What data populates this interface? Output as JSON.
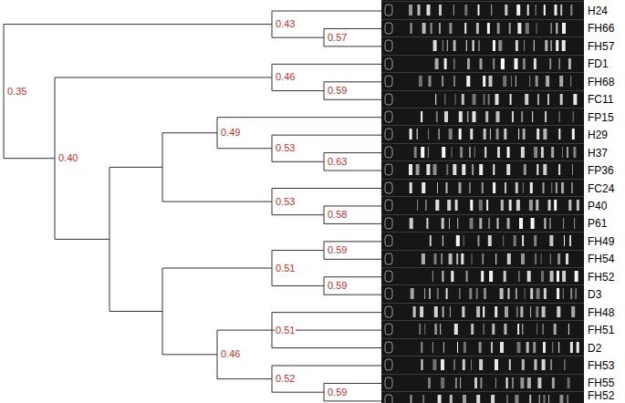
{
  "diagram": {
    "labels": [
      "H24",
      "FH66",
      "FH57",
      "FD1",
      "FH68",
      "FC11",
      "FP15",
      "H29",
      "H37",
      "FP36",
      "FC24",
      "P40",
      "P61",
      "FH49",
      "FH54",
      "FH52",
      "D3",
      "FH48",
      "FH51",
      "D2",
      "FH53",
      "FH55",
      "FH52",
      "0.35",
      "0.43",
      "0.57",
      "0.40",
      "0.46",
      "0.59",
      "0.49",
      "0.53",
      "0.63",
      "0.53",
      "0.58",
      "0.51",
      "0.59",
      "0.59",
      "0.46",
      "0.51",
      "0.52",
      "0.59"
    ]
  }
}
